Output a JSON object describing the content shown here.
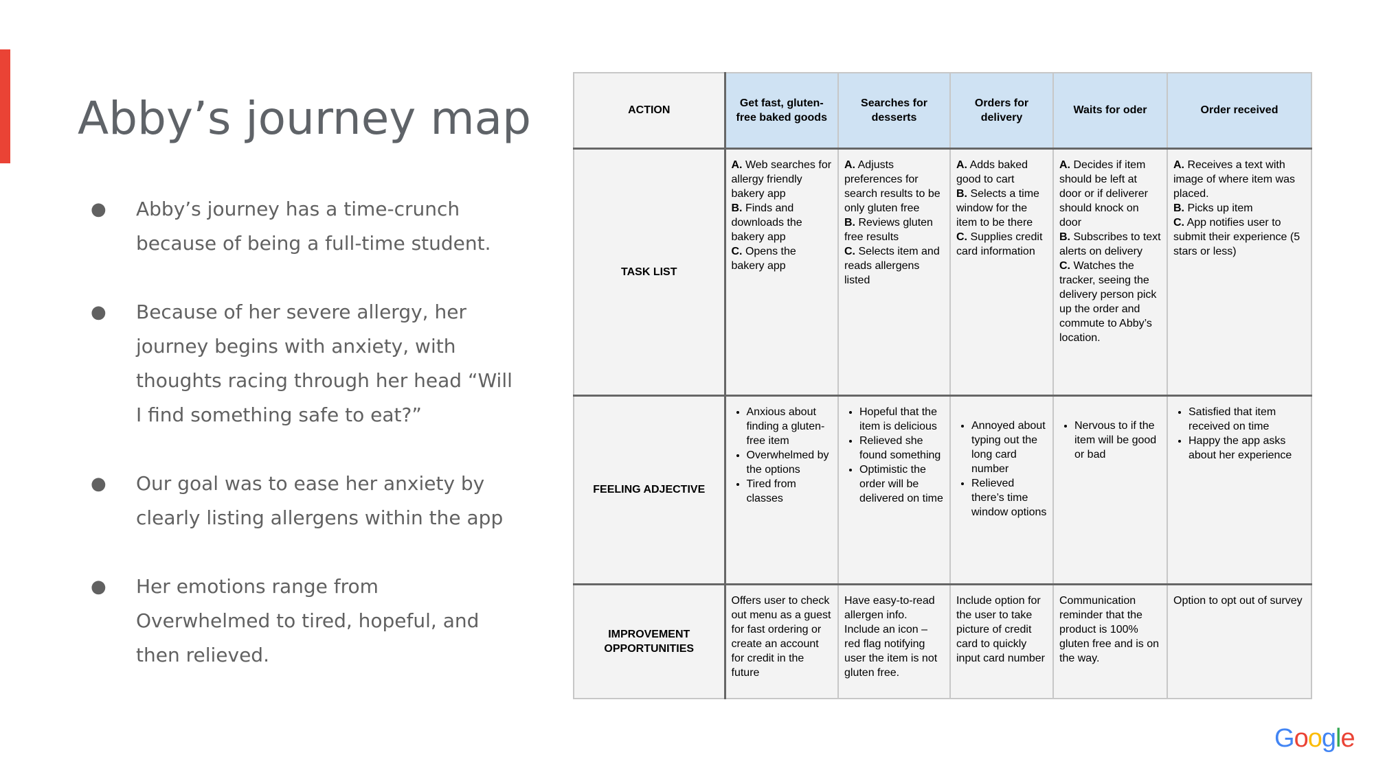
{
  "slide": {
    "title": "Abby’s journey map",
    "bullet_symbol": "●",
    "bullets": [
      "Abby’s journey has a time-crunch because of being a full-time student.",
      "Because of her severe allergy, her journey begins with anxiety, with thoughts racing through her head “Will I find something safe to eat?”",
      "Our goal was to ease her anxiety by clearly listing allergens within the app",
      "Her emotions range from Overwhelmed to tired, hopeful, and then relieved."
    ]
  },
  "table": {
    "corner_label": "ACTION",
    "stages": [
      "Get fast, gluten-free baked goods",
      "Searches for desserts",
      "Orders for delivery",
      "Waits for oder",
      "Order received"
    ],
    "row_labels": {
      "task": "TASK LIST",
      "feeling": "FEELING ADJECTIVE",
      "improve": "IMPROVEMENT OPPORTUNITIES"
    },
    "task_list": [
      [
        {
          "k": "A.",
          "t": " Web searches for allergy friendly bakery app"
        },
        {
          "k": "B.",
          "t": " Finds and downloads the bakery app"
        },
        {
          "k": "C.",
          "t": " Opens the bakery app"
        }
      ],
      [
        {
          "k": "A.",
          "t": " Adjusts preferences for search results to be only gluten free"
        },
        {
          "k": "B.",
          "t": " Reviews gluten free results"
        },
        {
          "k": "C.",
          "t": " Selects item and reads allergens listed"
        }
      ],
      [
        {
          "k": "A.",
          "t": " Adds baked good to cart"
        },
        {
          "k": "B.",
          "t": " Selects a time window for the item to be there"
        },
        {
          "k": "C.",
          "t": " Supplies credit card information"
        }
      ],
      [
        {
          "k": "A.",
          "t": " Decides if item should be left at door or if deliverer should knock on door"
        },
        {
          "k": "B.",
          "t": " Subscribes to text alerts on delivery"
        },
        {
          "k": "C.",
          "t": " Watches the tracker, seeing the delivery person pick up the order and commute to Abby’s location."
        }
      ],
      [
        {
          "k": "A.",
          "t": " Receives a text with image of where item was placed."
        },
        {
          "k": "B.",
          "t": " Picks up item"
        },
        {
          "k": "C.",
          "t": " App notifies user to submit their experience (5 stars or less)"
        }
      ]
    ],
    "feelings": [
      [
        "Anxious about finding a gluten-free item",
        "Overwhelmed by the options",
        "Tired from classes"
      ],
      [
        "Hopeful that the item is delicious",
        "Relieved she found something",
        "Optimistic the order will be delivered on time"
      ],
      [
        "Annoyed about typing out the long card number",
        "Relieved there’s time window options"
      ],
      [
        "Nervous to if the item will be good or bad"
      ],
      [
        "Satisfied that item received on time",
        "Happy the app asks about her experience"
      ]
    ],
    "improvements": [
      "Offers user to check out menu as a guest for fast ordering or create an account for credit in the future",
      "Have easy-to-read allergen info. Include an icon – red flag notifying user the item is not gluten free.",
      "Include option for the user to take picture of credit card to quickly input card number",
      "Communication reminder that the product is 100% gluten free and is on the way.",
      "Option to opt out of survey"
    ]
  },
  "logo": {
    "letters": [
      "G",
      "o",
      "o",
      "g",
      "l",
      "e"
    ],
    "colors": [
      "#4285f4",
      "#ea4335",
      "#fbbc05",
      "#4285f4",
      "#34a853",
      "#ea4335"
    ]
  }
}
